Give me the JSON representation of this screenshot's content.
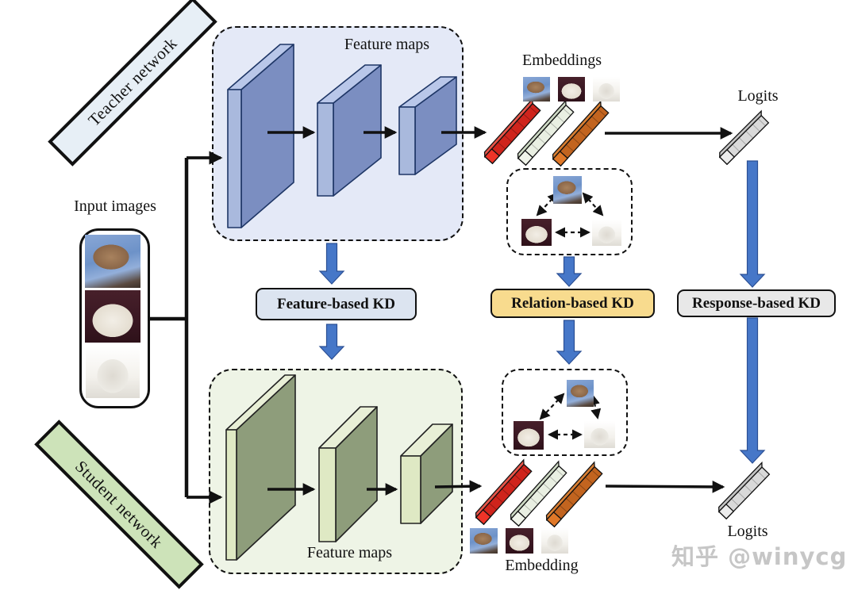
{
  "teacher": {
    "network_label": "Teacher network",
    "feature_maps_label": "Feature maps",
    "embeddings_label": "Embeddings",
    "logits_label": "Logits"
  },
  "student": {
    "network_label": "Student network",
    "feature_maps_label": "Feature maps",
    "embedding_label": "Embedding",
    "logits_label": "Logits"
  },
  "input": {
    "label": "Input images"
  },
  "kd": {
    "feature": "Feature-based KD",
    "relation": "Relation-based KD",
    "response": "Response-based KD"
  },
  "watermark": "知乎 @winycg",
  "colors": {
    "teacher_region_bg": "#e4e9f7",
    "teacher_label_bg": "#e7eff6",
    "teacher_slab_side": "#7b8ec1",
    "teacher_slab_front": "#a9b9dd",
    "teacher_slab_top": "#b9c7e9",
    "student_region_bg": "#eef4e6",
    "student_label_bg": "#cde3b9",
    "student_slab_side": "#8e9d7b",
    "student_slab_front": "#dfe9c4",
    "student_slab_top": "#e8efd6",
    "kd_feature_bg": "#dce4f0",
    "kd_relation_bg": "#f8db8e",
    "kd_response_bg": "#e8e8e8",
    "arrow_blue": "#4677c8",
    "embedding_red": "#cf241c",
    "embedding_green": "#e9efe2",
    "embedding_orange": "#c2641f",
    "logits_gray": "#d9d9d9"
  }
}
